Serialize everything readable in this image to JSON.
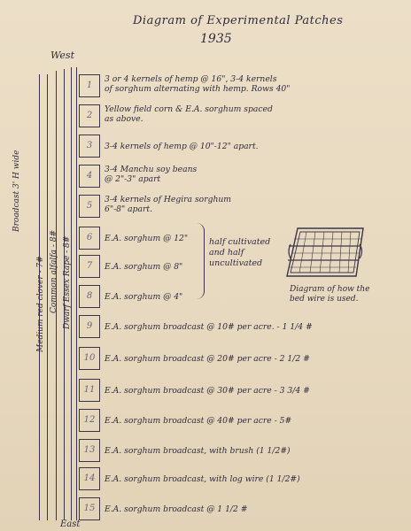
{
  "title": "Diagram of Experimental Patches",
  "year": "1935",
  "west": "West",
  "east": "East",
  "vertical_labels": {
    "broadcast": "Broadcast 3' H wide",
    "medium_red_clover": "Medium red clover - 7#",
    "common_alfalfa": "Common alfalfa - 8#",
    "dwarf_essex": "Dwarf Essex Rape - 8#"
  },
  "patches": [
    {
      "num": "1",
      "text": "3 or 4 kernels of hemp @ 16\", 3-4 kernels\nof sorghum alternating with hemp. Rows 40\""
    },
    {
      "num": "2",
      "text": "Yellow field corn & E.A. sorghum spaced\nas above."
    },
    {
      "num": "3",
      "text": "3-4 kernels of hemp @ 10\"-12\" apart."
    },
    {
      "num": "4",
      "text": "3-4 Manchu soy beans\n@ 2\"-3\" apart"
    },
    {
      "num": "5",
      "text": "3-4 kernels of Hegira sorghum\n6\"-8\" apart."
    },
    {
      "num": "6",
      "text": "E.A. sorghum @ 12\""
    },
    {
      "num": "7",
      "text": "E.A. sorghum @ 8\""
    },
    {
      "num": "8",
      "text": "E.A. sorghum @ 4\""
    },
    {
      "num": "9",
      "text": "E.A. sorghum broadcast @ 10# per acre. - 1 1/4 #"
    },
    {
      "num": "10",
      "text": "E.A. sorghum broadcast @ 20# per acre - 2 1/2 #"
    },
    {
      "num": "11",
      "text": "E.A. sorghum broadcast @ 30# per acre - 3 3/4 #"
    },
    {
      "num": "12",
      "text": "E.A. sorghum broadcast @ 40# per acre - 5#"
    },
    {
      "num": "13",
      "text": "E.A. sorghum broadcast, with brush (1 1/2#)"
    },
    {
      "num": "14",
      "text": "E.A. sorghum broadcast, with log wire (1 1/2#)"
    },
    {
      "num": "15",
      "text": "E.A. sorghum broadcast @ 1 1/2 #"
    }
  ],
  "brace_note": "half cultivated\nand half\nuncultivated",
  "diagram_caption": "Diagram of how the\nbed wire is used."
}
